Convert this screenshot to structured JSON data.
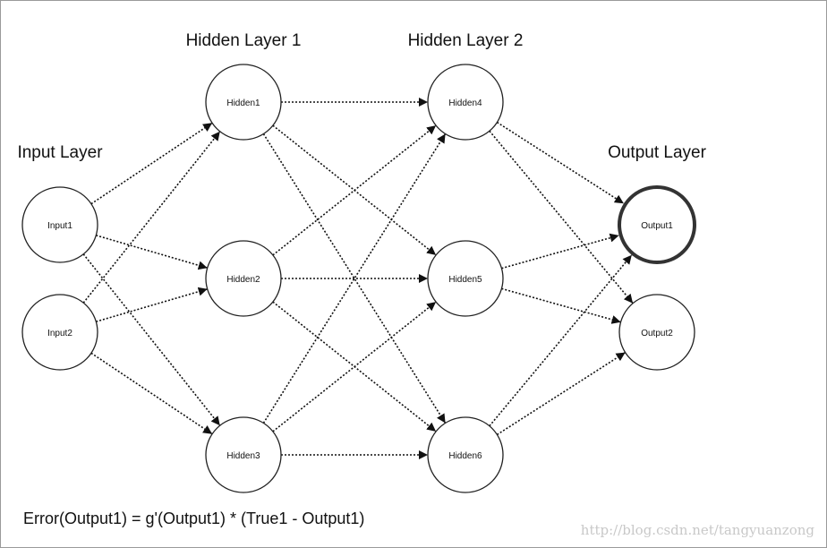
{
  "layers": [
    {
      "title": "Input Layer"
    },
    {
      "title": "Hidden Layer 1"
    },
    {
      "title": "Hidden Layer 2"
    },
    {
      "title": "Output Layer"
    }
  ],
  "nodes": {
    "input1": "Input1",
    "input2": "Input2",
    "hidden1": "Hidden1",
    "hidden2": "Hidden2",
    "hidden3": "Hidden3",
    "hidden4": "Hidden4",
    "hidden5": "Hidden5",
    "hidden6": "Hidden6",
    "output1": "Output1",
    "output2": "Output2"
  },
  "highlighted_node": "output1",
  "connections": [
    [
      "input1",
      "hidden1"
    ],
    [
      "input1",
      "hidden2"
    ],
    [
      "input1",
      "hidden3"
    ],
    [
      "input2",
      "hidden1"
    ],
    [
      "input2",
      "hidden2"
    ],
    [
      "input2",
      "hidden3"
    ],
    [
      "hidden1",
      "hidden4"
    ],
    [
      "hidden1",
      "hidden5"
    ],
    [
      "hidden1",
      "hidden6"
    ],
    [
      "hidden2",
      "hidden4"
    ],
    [
      "hidden2",
      "hidden5"
    ],
    [
      "hidden2",
      "hidden6"
    ],
    [
      "hidden3",
      "hidden4"
    ],
    [
      "hidden3",
      "hidden5"
    ],
    [
      "hidden3",
      "hidden6"
    ],
    [
      "hidden4",
      "output1"
    ],
    [
      "hidden4",
      "output2"
    ],
    [
      "hidden5",
      "output1"
    ],
    [
      "hidden5",
      "output2"
    ],
    [
      "hidden6",
      "output1"
    ],
    [
      "hidden6",
      "output2"
    ]
  ],
  "formula": "Error(Output1) = g'(Output1) * (True1 - Output1)",
  "watermark": "http://blog.csdn.net/tangyuanzong"
}
